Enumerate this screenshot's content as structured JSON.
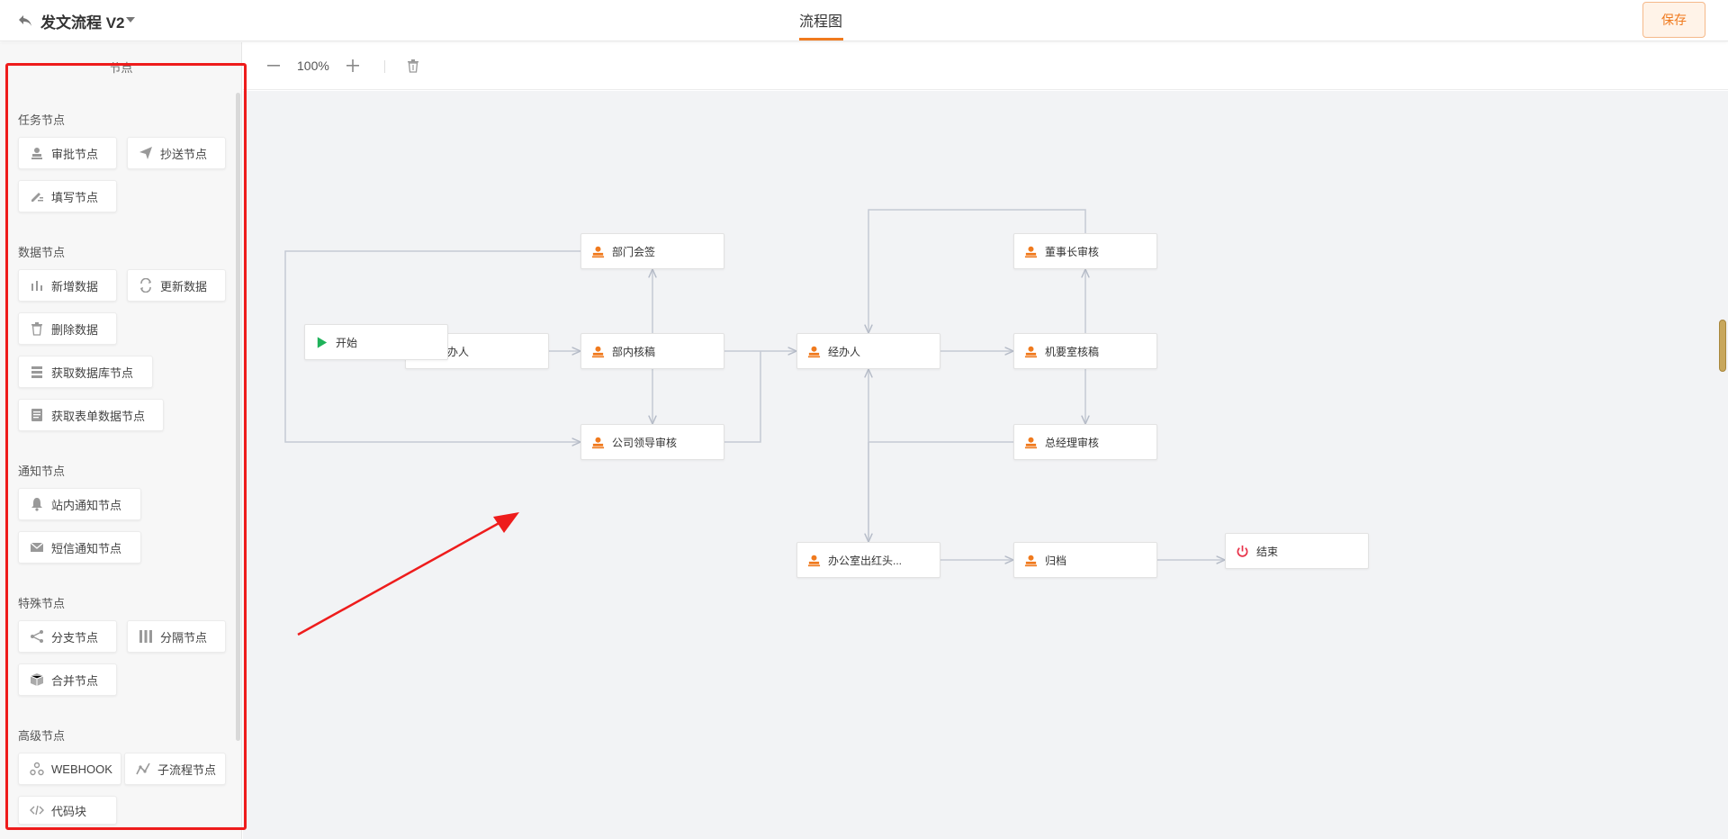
{
  "header": {
    "title": "发文流程 V2",
    "center_tab": "流程图",
    "save_label": "保存"
  },
  "panel": {
    "title": "节点",
    "sections": [
      {
        "title": "任务节点",
        "items": [
          {
            "label": "审批节点",
            "icon": "stamp-icon"
          },
          {
            "label": "抄送节点",
            "icon": "send-icon"
          },
          {
            "label": "填写节点",
            "icon": "edit-icon"
          }
        ]
      },
      {
        "title": "数据节点",
        "items": [
          {
            "label": "新增数据",
            "icon": "bar-chart-icon"
          },
          {
            "label": "更新数据",
            "icon": "refresh-icon"
          },
          {
            "label": "删除数据",
            "icon": "trash-icon"
          },
          {
            "label": "获取数据库节点",
            "icon": "database-icon"
          },
          {
            "label": "获取表单数据节点",
            "icon": "form-icon"
          }
        ]
      },
      {
        "title": "通知节点",
        "items": [
          {
            "label": "站内通知节点",
            "icon": "bell-icon"
          },
          {
            "label": "短信通知节点",
            "icon": "mail-icon"
          }
        ]
      },
      {
        "title": "特殊节点",
        "items": [
          {
            "label": "分支节点",
            "icon": "branch-icon"
          },
          {
            "label": "分隔节点",
            "icon": "columns-icon"
          },
          {
            "label": "合并节点",
            "icon": "cube-icon"
          }
        ]
      },
      {
        "title": "高级节点",
        "items": [
          {
            "label": "WEBHOOK",
            "icon": "webhook-icon"
          },
          {
            "label": "子流程节点",
            "icon": "subflow-icon"
          },
          {
            "label": "代码块",
            "icon": "code-icon"
          }
        ]
      }
    ]
  },
  "toolbar": {
    "zoom": "100%"
  },
  "flow": {
    "nodes": [
      {
        "id": "start",
        "label": "开始",
        "icon": "play-icon"
      },
      {
        "id": "handler1",
        "label": "经办人",
        "icon": "user-icon"
      },
      {
        "id": "dept_sign",
        "label": "部门会签",
        "icon": "user-icon"
      },
      {
        "id": "dept_review",
        "label": "部内核稿",
        "icon": "user-icon"
      },
      {
        "id": "company_leader",
        "label": "公司领导审核",
        "icon": "user-icon"
      },
      {
        "id": "handler2",
        "label": "经办人",
        "icon": "user-icon"
      },
      {
        "id": "chairman",
        "label": "董事长审核",
        "icon": "user-icon"
      },
      {
        "id": "secretary",
        "label": "机要室核稿",
        "icon": "user-icon"
      },
      {
        "id": "gm",
        "label": "总经理审核",
        "icon": "user-icon"
      },
      {
        "id": "office_red",
        "label": "办公室出红头...",
        "icon": "user-icon"
      },
      {
        "id": "archive",
        "label": "归档",
        "icon": "user-icon"
      },
      {
        "id": "end",
        "label": "结束",
        "icon": "power-icon"
      }
    ]
  },
  "colors": {
    "accent": "#f07a1e",
    "node_icon": "#f07a1e",
    "start_icon": "#1fb25a",
    "end_icon": "#e8334a",
    "annotation": "#ee1c1c"
  }
}
